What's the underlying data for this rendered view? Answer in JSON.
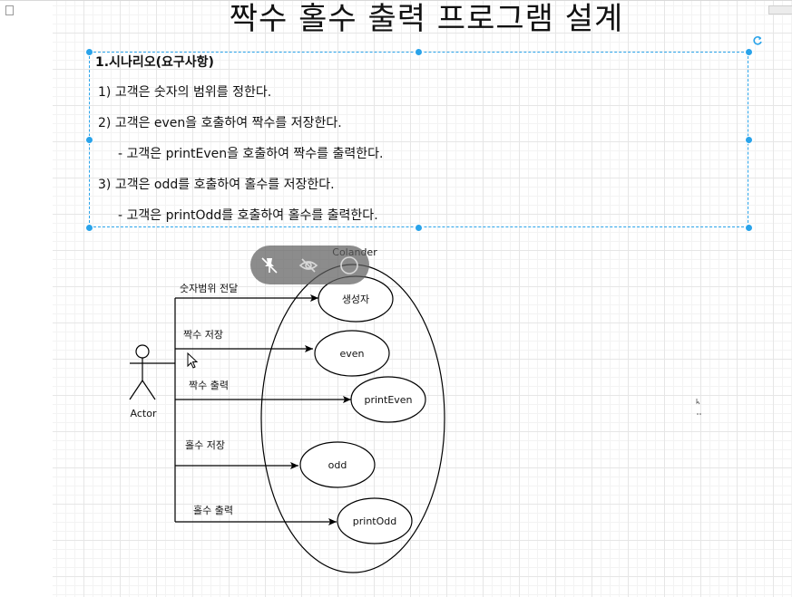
{
  "page": {
    "title": "짝수 홀수 출력 프로그램 설계"
  },
  "scenario": {
    "heading": "1.시나리오(요구사항)",
    "lines": [
      "1) 고객은 숫자의 범위를 정한다.",
      "2) 고객은 even을 호출하여 짝수를 저장한다.",
      "- 고객은 printEven을 호출하여 짝수를 출력한다.",
      "3) 고객은 odd를 호출하여 홀수를 저장한다.",
      "- 고객은 printOdd를 호출하여 홀수를 출력한다."
    ]
  },
  "diagram": {
    "system_label": "Colander",
    "actor_label": "Actor",
    "use_cases": [
      "생성자",
      "even",
      "printEven",
      "odd",
      "printOdd"
    ],
    "edge_labels": [
      "숫자범위 전달",
      "짝수 저장",
      "짝수 출력",
      "홀수 저장",
      "홀수 출력"
    ]
  },
  "toolbar": {
    "icons": [
      "pin-off-icon",
      "visibility-off-icon",
      "circle-icon"
    ]
  },
  "colors": {
    "selection": "#29a3ea",
    "toolbar_bg": "#5f5f5f",
    "stroke": "#000000"
  }
}
